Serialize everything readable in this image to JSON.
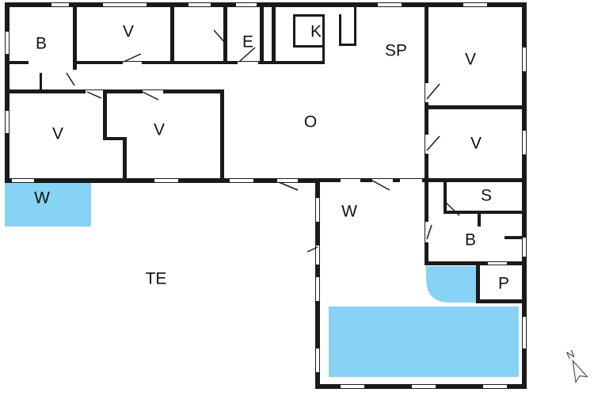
{
  "rooms": {
    "b_top": "B",
    "v_top": "V",
    "e": "E",
    "k": "K",
    "sp": "SP",
    "v_right_top": "V",
    "v_left": "V",
    "v_mid": "V",
    "o": "O",
    "v_right_mid": "V",
    "w_left": "W",
    "w_mid": "W",
    "s": "S",
    "b_right": "B",
    "te": "TE",
    "p": "P"
  },
  "compass": {
    "label": "N"
  },
  "colors": {
    "water": "#87d3f6",
    "wall": "#1a1a1a"
  }
}
